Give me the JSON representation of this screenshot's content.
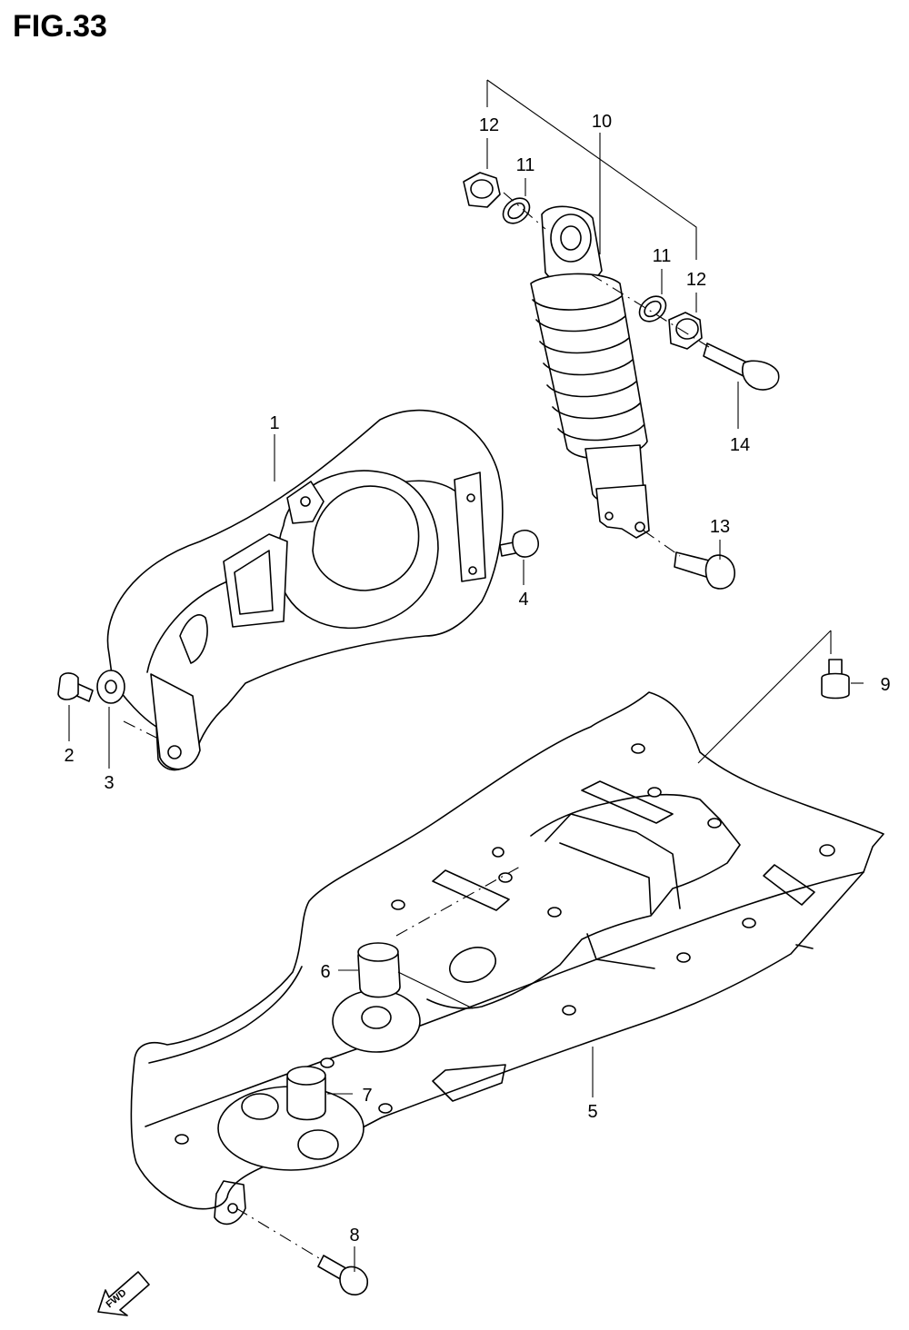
{
  "figure": {
    "title": "FIG.33"
  },
  "callouts": [
    "1",
    "2",
    "3",
    "4",
    "5",
    "6",
    "7",
    "8",
    "9",
    "10",
    "11",
    "11",
    "12",
    "12",
    "13",
    "14"
  ],
  "direction_indicator": {
    "label": "FWD"
  }
}
